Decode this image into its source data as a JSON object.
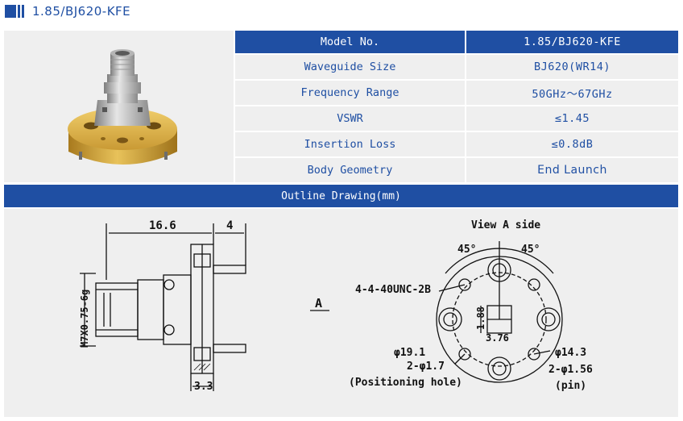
{
  "page_title": "1.85/BJ620-KFE",
  "spec_table": {
    "header": {
      "label": "Model No.",
      "value": "1.85/BJ620-KFE"
    },
    "rows": [
      {
        "label": "Waveguide Size",
        "value": "BJ620(WR14)"
      },
      {
        "label": "Frequency Range",
        "value": "50GHz～67GHz"
      },
      {
        "label": "VSWR",
        "value": "≤1.45"
      },
      {
        "label": "Insertion Loss",
        "value": "≤0.8dB"
      },
      {
        "label": "Body Geometry",
        "value": "End Launch"
      }
    ]
  },
  "outline_title": "Outline Drawing(mm)",
  "drawing": {
    "side_view": {
      "dim_length": "16.6",
      "dim_pin": "4",
      "dim_thread": "M7X0.75-6g",
      "dim_flange": "3.3"
    },
    "section_label": "A",
    "end_view": {
      "title": "View A side",
      "angle_1": "45°",
      "angle_2": "45°",
      "thread_callout": "4-4-40UNC-2B",
      "dim_slot_h": "1.88",
      "dim_slot_w": "3.76",
      "dim_bolt_circle": "φ19.1",
      "dim_positioning": "2-φ1.7",
      "positioning_label": "(Positioning hole)",
      "dim_flange_circle": "φ14.3",
      "dim_pin": "2-φ1.56",
      "pin_label": "(pin)"
    }
  },
  "colors": {
    "brand_blue": "#1f4fa3",
    "panel_gray": "#efefef",
    "flange_gold": "#d6a93a"
  }
}
